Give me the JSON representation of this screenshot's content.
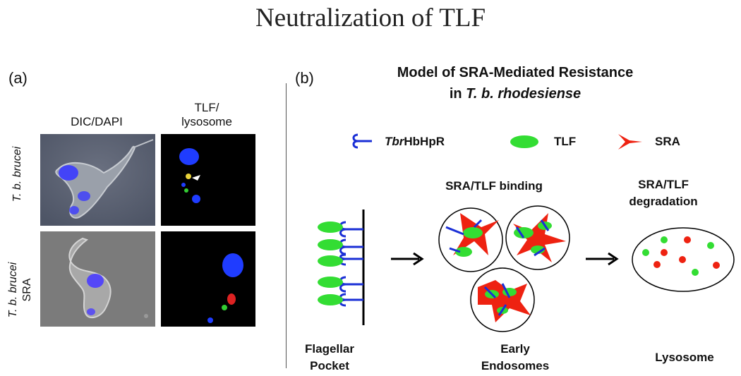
{
  "title": "Neutralization of TLF",
  "panel_a": {
    "label": "(a)",
    "col1_header": "DIC/DAPI",
    "col2_header_line1": "TLF/",
    "col2_header_line2": "lysosome",
    "row1_label": "T. b. brucei",
    "row2_label_italic": "T. b. brucei",
    "row2_label_suffix": "SRA"
  },
  "panel_b": {
    "label": "(b)",
    "title_line1": "Model of SRA-Mediated Resistance",
    "title_line2_prefix": "in ",
    "title_line2_italic": "T. b. rhodesiense",
    "legend": {
      "receptor_prefix": "Tbr",
      "receptor_suffix": "HbHpR",
      "tlf": "TLF",
      "sra": "SRA"
    },
    "stage_binding_title": "SRA/TLF binding",
    "stage_degradation_line1": "SRA/TLF",
    "stage_degradation_line2": "degradation",
    "bottom_flagellar_line1": "Flagellar",
    "bottom_flagellar_line2": "Pocket",
    "bottom_early_line1": "Early",
    "bottom_early_line2": "Endosomes",
    "bottom_lysosome": "Lysosome",
    "colors": {
      "receptor": "#1a2fd6",
      "tlf": "#33dd33",
      "sra": "#ee2211",
      "nucleus": "#2233ff"
    }
  }
}
